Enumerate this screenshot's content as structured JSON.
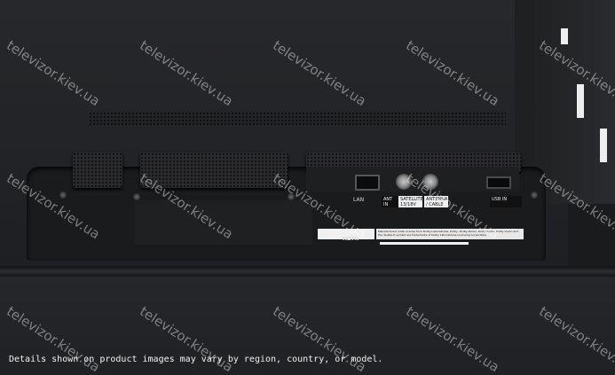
{
  "photo": {
    "subject": "TV rear panel connectors",
    "labels": {
      "lan": "LAN",
      "ant_in": "ANT IN",
      "satellite": "SATELLITE 13/18V",
      "antenna": "ANTENNA / CABLE",
      "usb": "USB IN",
      "hdmi_logo": "HDMI",
      "dolby_notice": "Manufactured under license from Dolby Laboratories. Dolby, Dolby Atmos, Dolby Audio, Dolby Vision and the double-D symbol are trademarks of Dolby Laboratories Licensing Corporation."
    },
    "watermark_text": "televizor.kiev.ua",
    "disclaimer": "Details shown on product images may vary by region, country, or model."
  }
}
